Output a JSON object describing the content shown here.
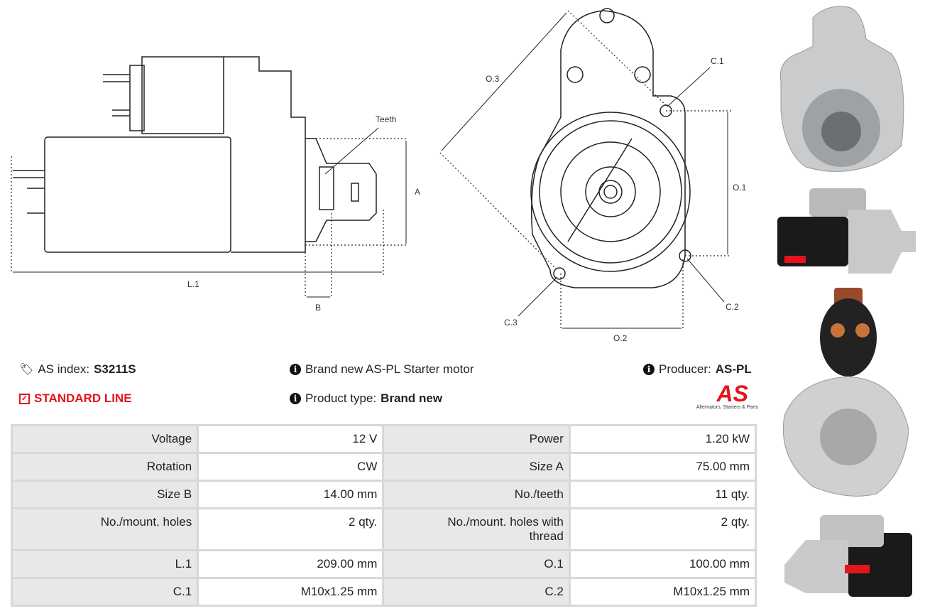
{
  "drawing": {
    "teeth": "Teeth",
    "A": "A",
    "B": "B",
    "L1": "L.1",
    "O1": "O.1",
    "O2": "O.2",
    "O3": "O.3",
    "C1": "C.1",
    "C2": "C.2",
    "C3": "C.3"
  },
  "info": {
    "as_index_label": "AS index:",
    "as_index_value": "S3211S",
    "line": "STANDARD LINE",
    "description": "Brand new AS-PL Starter motor",
    "product_type_label": "Product type:",
    "product_type_value": "Brand new",
    "producer_label": "Producer:",
    "producer_value": "AS-PL",
    "logo_text": "AS",
    "logo_tagline": "Alternators, Starters & Parts"
  },
  "colors": {
    "accent": "#e4141c"
  },
  "specs": [
    {
      "k1": "Voltage",
      "v1": "12 V",
      "k2": "Power",
      "v2": "1.20 kW"
    },
    {
      "k1": "Rotation",
      "v1": "CW",
      "k2": "Size A",
      "v2": "75.00 mm"
    },
    {
      "k1": "Size B",
      "v1": "14.00 mm",
      "k2": "No./teeth",
      "v2": "11 qty."
    },
    {
      "k1": "No./mount. holes",
      "v1": "2 qty.",
      "k2": "No./mount. holes with thread",
      "v2": "2 qty."
    },
    {
      "k1": "L.1",
      "v1": "209.00 mm",
      "k2": "O.1",
      "v2": "100.00 mm"
    },
    {
      "k1": "C.1",
      "v1": "M10x1.25 mm",
      "k2": "C.2",
      "v2": "M10x1.25 mm"
    }
  ]
}
